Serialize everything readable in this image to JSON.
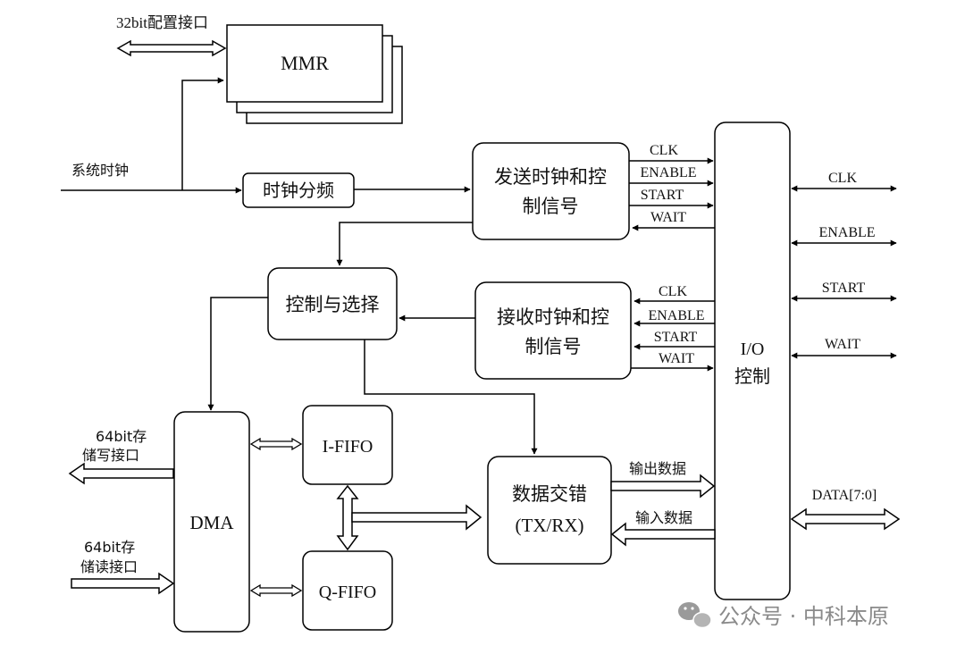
{
  "labels": {
    "config_interface": "32bit配置接口",
    "mmr": "MMR",
    "system_clock": "系统时钟",
    "clock_divider": "时钟分频",
    "tx_clock_line1": "发送时钟和控",
    "tx_clock_line2": "制信号",
    "rx_clock_line1": "接收时钟和控",
    "rx_clock_line2": "制信号",
    "control_select": "控制与选择",
    "io_line1": "I/O",
    "io_line2": "控制",
    "dma": "DMA",
    "ififo": "I-FIFO",
    "qfifo": "Q-FIFO",
    "interleave_line1": "数据交错",
    "interleave_line2": "(TX/RX)",
    "mem_write_line1": "64bit存",
    "mem_write_line2": "储写接口",
    "mem_read_line1": "64bit存",
    "mem_read_line2": "储读接口",
    "tx_clk": "CLK",
    "tx_enable": "ENABLE",
    "tx_start": "START",
    "tx_wait": "WAIT",
    "rx_clk": "CLK",
    "rx_enable": "ENABLE",
    "rx_start": "START",
    "rx_wait": "WAIT",
    "ext_clk": "CLK",
    "ext_enable": "ENABLE",
    "ext_start": "START",
    "ext_wait": "WAIT",
    "data_out": "输出数据",
    "data_in": "输入数据",
    "data_bus": "DATA[7:0]"
  },
  "watermark": {
    "icon": "wechat-icon",
    "text": "公众号 · 中科本原"
  }
}
